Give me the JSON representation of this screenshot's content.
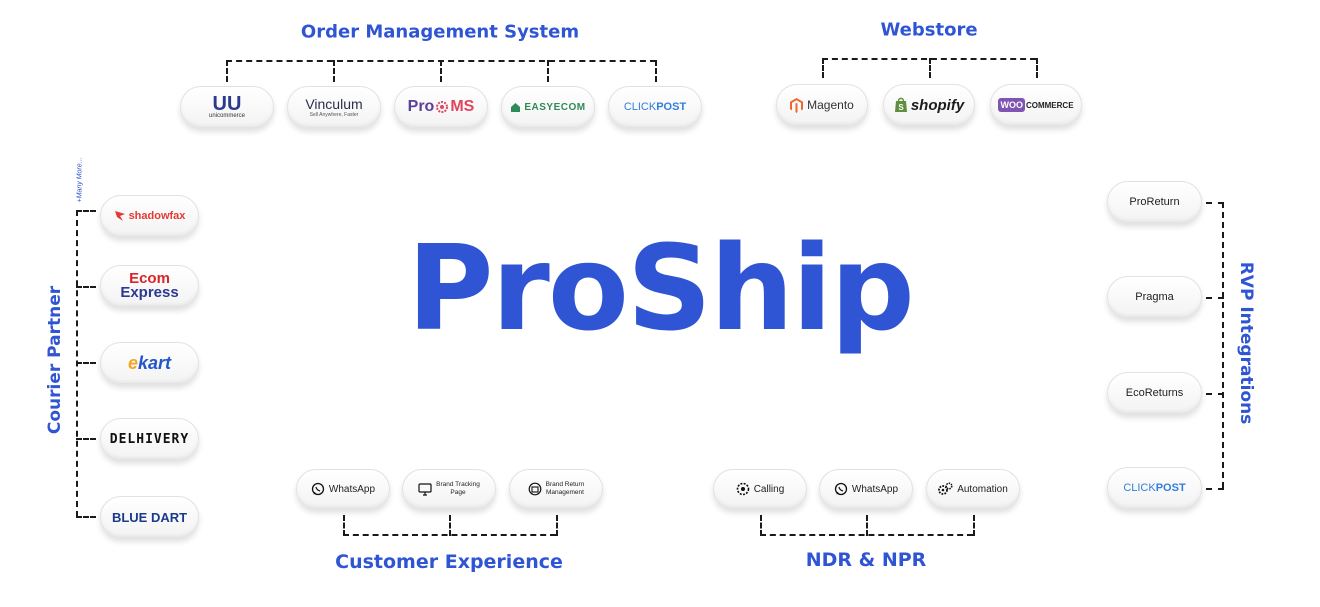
{
  "title": "ProShip",
  "colors": {
    "accent": "#2f55d4",
    "connector": "#1a1a1a"
  },
  "order_management": {
    "title": "Order Management System",
    "items": [
      {
        "label": "unicommerce",
        "mark": "UU"
      },
      {
        "label": "Vinculum",
        "tagline": "Sell Anywhere, Faster"
      },
      {
        "label_a": "Pro",
        "label_b": "MS"
      },
      {
        "label": "EASYECOM"
      },
      {
        "label_a": "CLICK",
        "label_b": "POST"
      }
    ]
  },
  "webstore": {
    "title": "Webstore",
    "items": [
      {
        "label": "Magento"
      },
      {
        "label": "shopify"
      },
      {
        "label_a": "WOO",
        "label_b": "COMMERCE"
      }
    ]
  },
  "courier": {
    "title": "Courier Partner",
    "note": "+Many More...",
    "items": [
      {
        "label": "shadowfax"
      },
      {
        "label_a": "Ecom",
        "label_b": "Express"
      },
      {
        "label_a": "e",
        "label_b": "kart"
      },
      {
        "label": "DELHIVERY"
      },
      {
        "label": "BLUE DART"
      }
    ]
  },
  "rvp": {
    "title": "RVP Integrations",
    "items": [
      {
        "label": "ProReturn"
      },
      {
        "label": "Pragma"
      },
      {
        "label": "EcoReturns"
      },
      {
        "label_a": "CLICK",
        "label_b": "POST"
      }
    ]
  },
  "customer_experience": {
    "title": "Customer Experience",
    "items": [
      {
        "label": "WhatsApp"
      },
      {
        "label_a": "Brand Tracking",
        "label_b": "Page"
      },
      {
        "label_a": "Brand Return",
        "label_b": "Management"
      }
    ]
  },
  "ndr": {
    "title": "NDR & NPR",
    "items": [
      {
        "label": "Calling"
      },
      {
        "label": "WhatsApp"
      },
      {
        "label": "Automation"
      }
    ]
  }
}
